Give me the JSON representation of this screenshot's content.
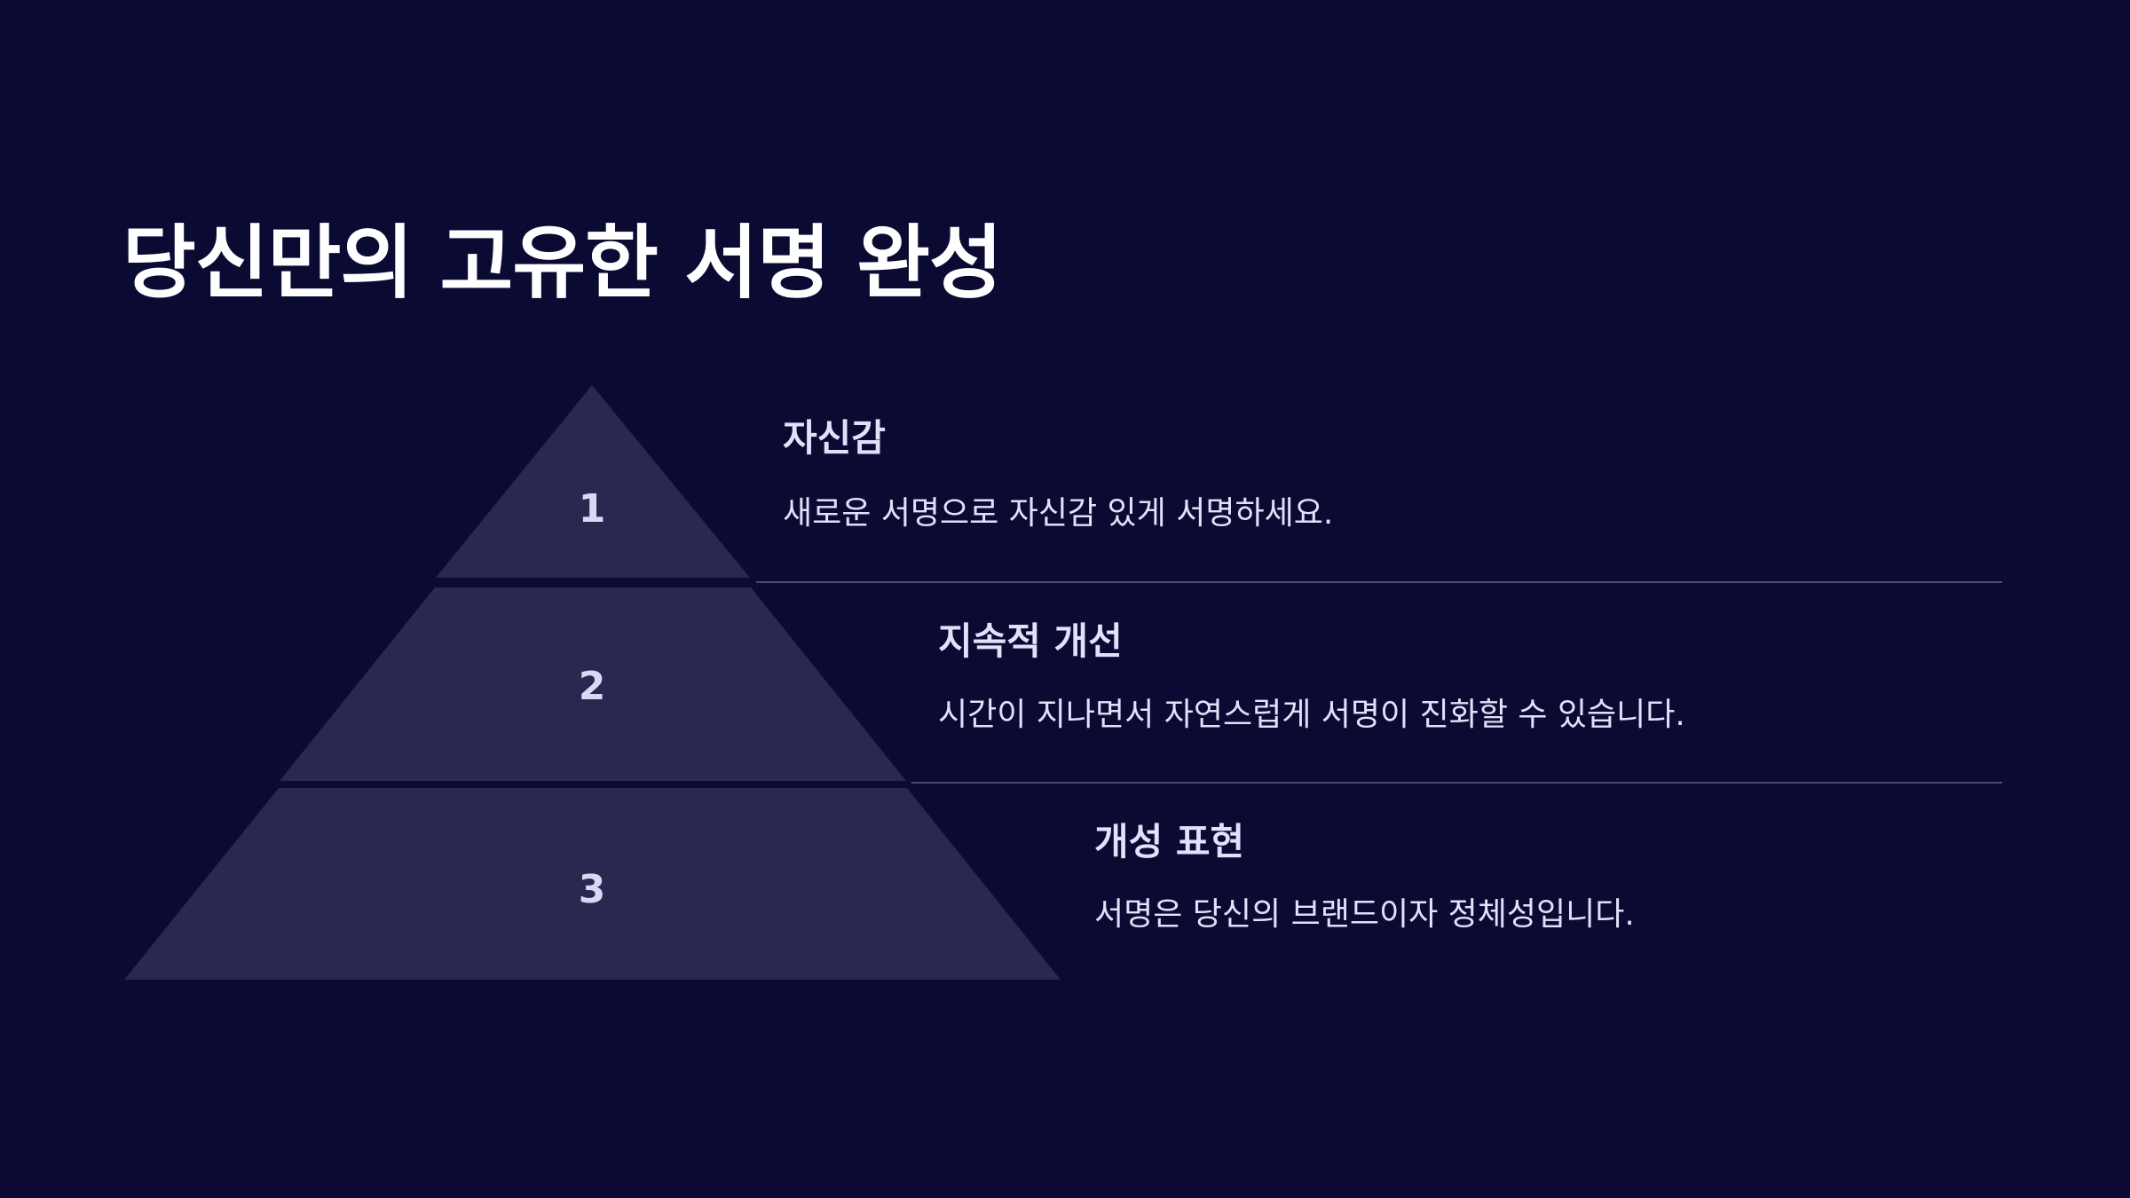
{
  "title": "당신만의 고유한 서명 완성",
  "colors": {
    "background": "#0b0a33",
    "tier_fill": "#2a2850",
    "divider": "#4c4a6e",
    "text": "#e2e1fa"
  },
  "pyramid": [
    {
      "number": "1",
      "title": "자신감",
      "description": "새로운 서명으로 자신감 있게 서명하세요."
    },
    {
      "number": "2",
      "title": "지속적 개선",
      "description": "시간이 지나면서 자연스럽게 서명이 진화할 수 있습니다."
    },
    {
      "number": "3",
      "title": "개성 표현",
      "description": "서명은 당신의 브랜드이자 정체성입니다."
    }
  ]
}
